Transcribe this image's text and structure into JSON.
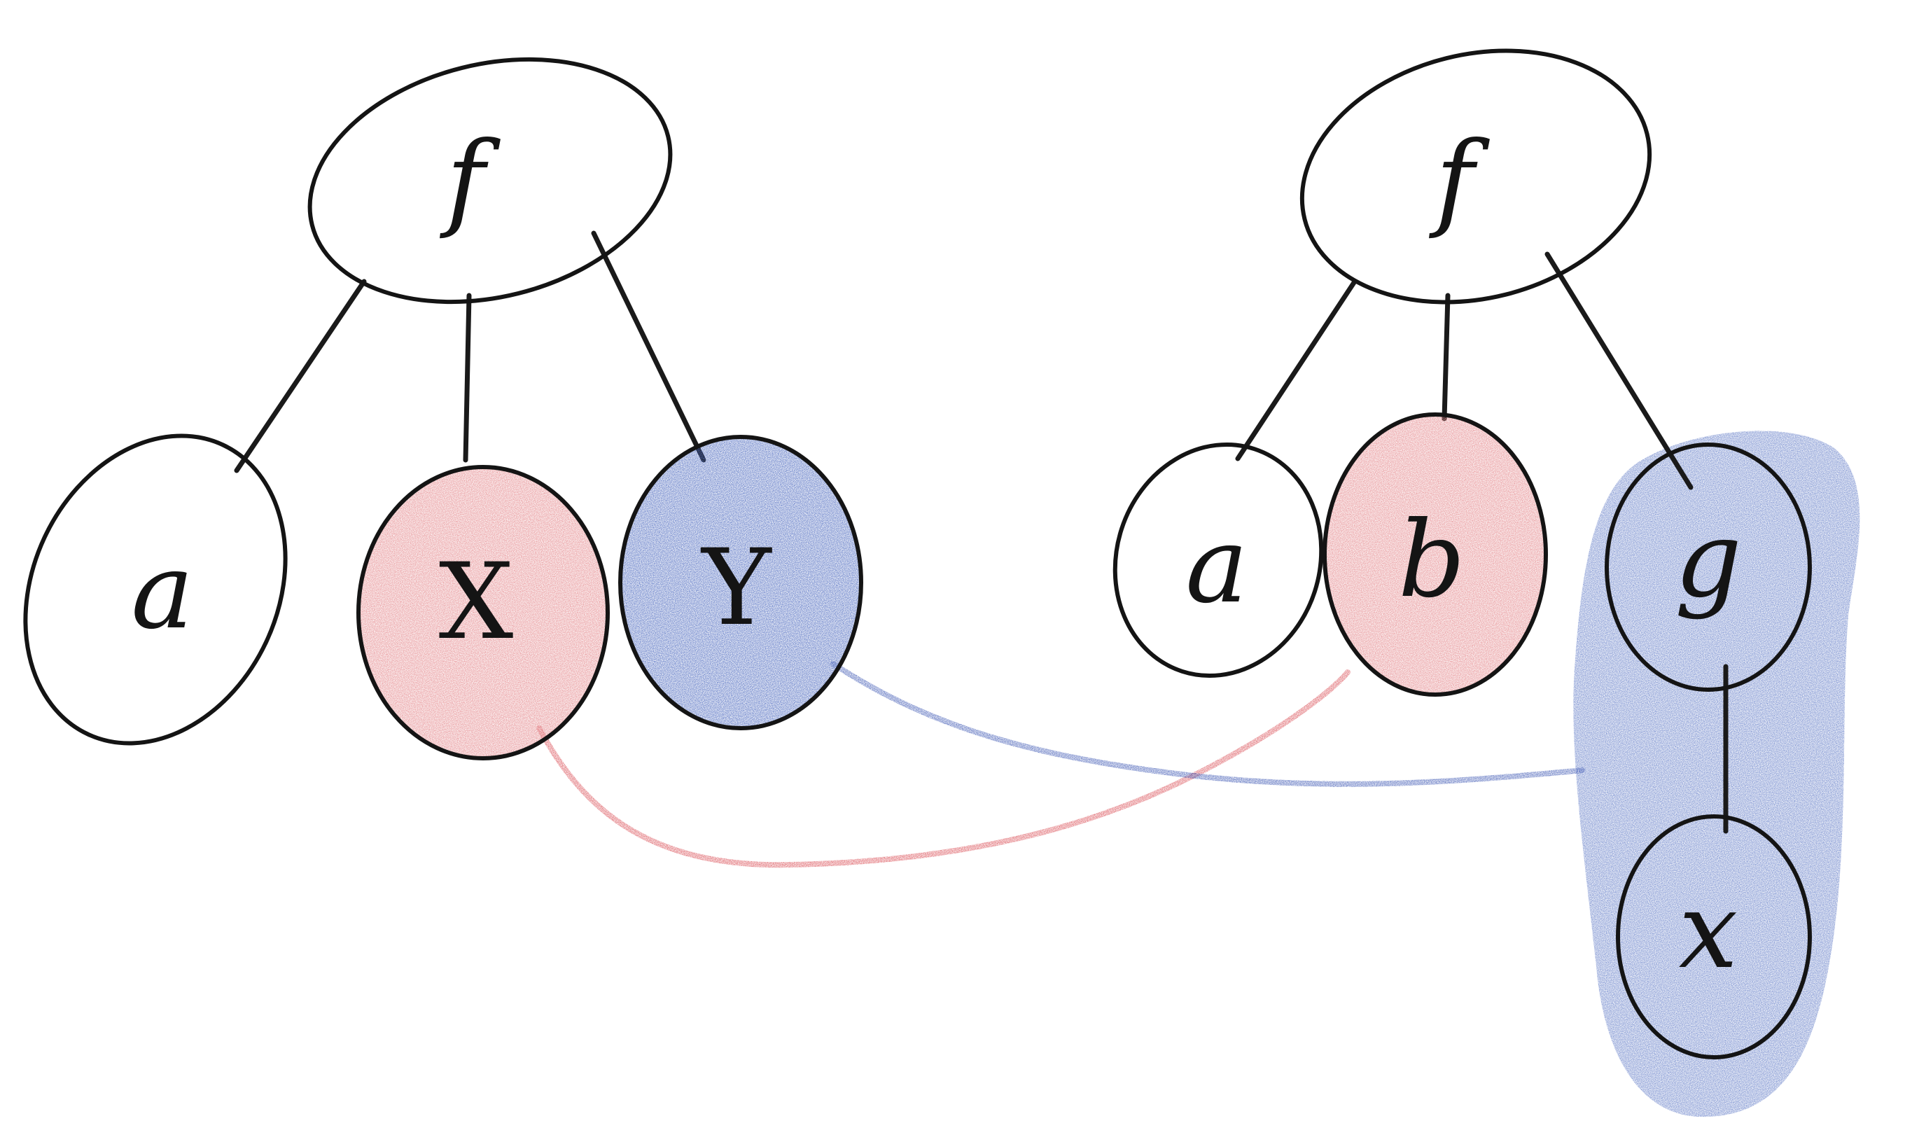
{
  "colors": {
    "ink": "#141414",
    "red_fill": "#e58a8e",
    "red_stroke": "#d8454d",
    "blue_fill": "#4f6cc0",
    "blue_stroke": "#3550b0",
    "blue_region": "#5a75c4"
  },
  "left_tree": {
    "root": {
      "label": "f"
    },
    "children": [
      {
        "label": "a",
        "highlight": "none"
      },
      {
        "label": "X",
        "highlight": "red"
      },
      {
        "label": "Y",
        "highlight": "blue"
      }
    ]
  },
  "right_tree": {
    "root": {
      "label": "f"
    },
    "children": [
      {
        "label": "a",
        "highlight": "none"
      },
      {
        "label": "b",
        "highlight": "red"
      },
      {
        "label": "g",
        "highlight": "blue"
      }
    ],
    "subtree": {
      "parent": "g",
      "child": {
        "label": "x"
      }
    }
  },
  "links": [
    {
      "from": "X",
      "to": "b",
      "color": "red"
    },
    {
      "from": "Y",
      "to": "g-subtree",
      "color": "blue"
    }
  ]
}
